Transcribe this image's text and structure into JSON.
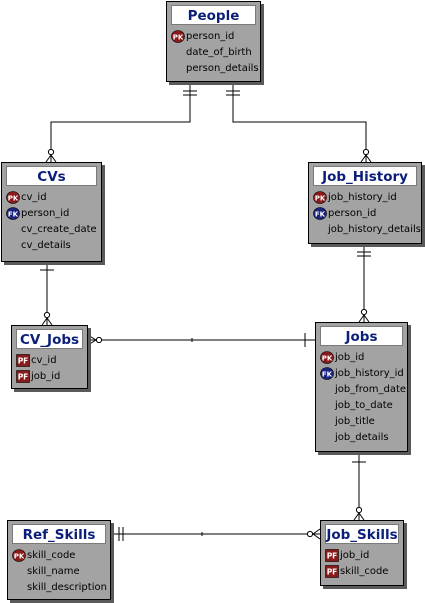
{
  "entities": {
    "people": {
      "title": "People",
      "attrs": [
        {
          "key": "PK",
          "name": "person_id"
        },
        {
          "key": "",
          "name": "date_of_birth"
        },
        {
          "key": "",
          "name": "person_details"
        }
      ]
    },
    "cvs": {
      "title": "CVs",
      "attrs": [
        {
          "key": "PK",
          "name": "cv_id"
        },
        {
          "key": "FK",
          "name": "person_id"
        },
        {
          "key": "",
          "name": "cv_create_date"
        },
        {
          "key": "",
          "name": "cv_details"
        }
      ]
    },
    "job_history": {
      "title": "Job_History",
      "attrs": [
        {
          "key": "PK",
          "name": "job_history_id"
        },
        {
          "key": "FK",
          "name": "person_id"
        },
        {
          "key": "",
          "name": "job_history_details"
        }
      ]
    },
    "cv_jobs": {
      "title": "CV_Jobs",
      "attrs": [
        {
          "key": "PF",
          "name": "cv_id"
        },
        {
          "key": "PF",
          "name": "job_id"
        }
      ]
    },
    "jobs": {
      "title": "Jobs",
      "attrs": [
        {
          "key": "PK",
          "name": "job_id"
        },
        {
          "key": "FK",
          "name": "job_history_id"
        },
        {
          "key": "",
          "name": "job_from_date"
        },
        {
          "key": "",
          "name": "job_to_date"
        },
        {
          "key": "",
          "name": "job_title"
        },
        {
          "key": "",
          "name": "job_details"
        }
      ]
    },
    "ref_skills": {
      "title": "Ref_Skills",
      "attrs": [
        {
          "key": "PK",
          "name": "skill_code"
        },
        {
          "key": "",
          "name": "skill_name"
        },
        {
          "key": "",
          "name": "skill_description"
        }
      ]
    },
    "job_skills": {
      "title": "Job_Skills",
      "attrs": [
        {
          "key": "PF",
          "name": "job_id"
        },
        {
          "key": "PF",
          "name": "skill_code"
        }
      ]
    }
  },
  "colors": {
    "pk": "#8b1a1a",
    "fk": "#1a237e",
    "pf": "#8b1a1a",
    "title_text": "#0b1f7a",
    "box": "#a3a3a3"
  }
}
